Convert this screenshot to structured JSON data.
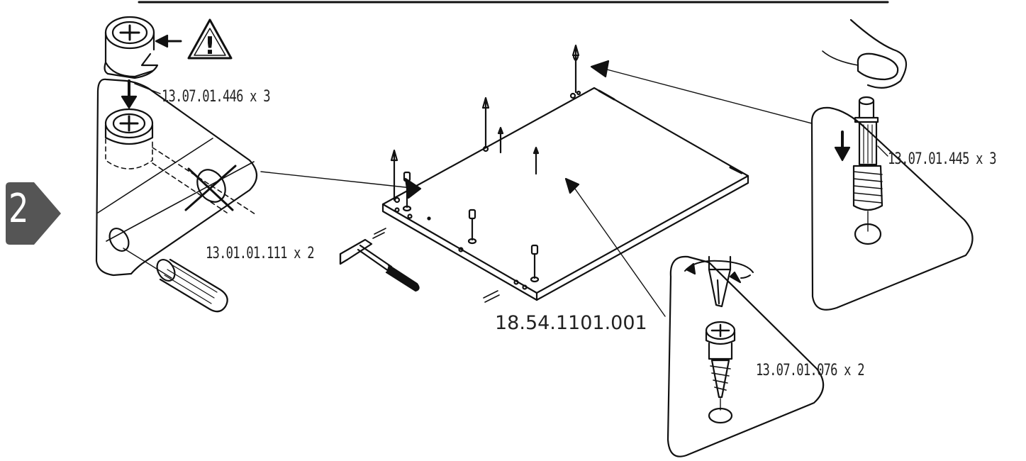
{
  "step": {
    "number": "2"
  },
  "labels": {
    "cam_lock": "13.07.01.446 x 3",
    "cam_pin": "13.07.01.445 x 3",
    "dowel": "13.01.01.111 x 2",
    "panel": "18.54.1101.001",
    "screw": "13.07.01.076 x 2"
  },
  "icons": [
    "warning-icon",
    "hammer-icon",
    "screwdriver-icon",
    "finger-icon"
  ],
  "colors": {
    "ink": "#111111",
    "step_badge": "#555555",
    "paper": "#ffffff"
  }
}
